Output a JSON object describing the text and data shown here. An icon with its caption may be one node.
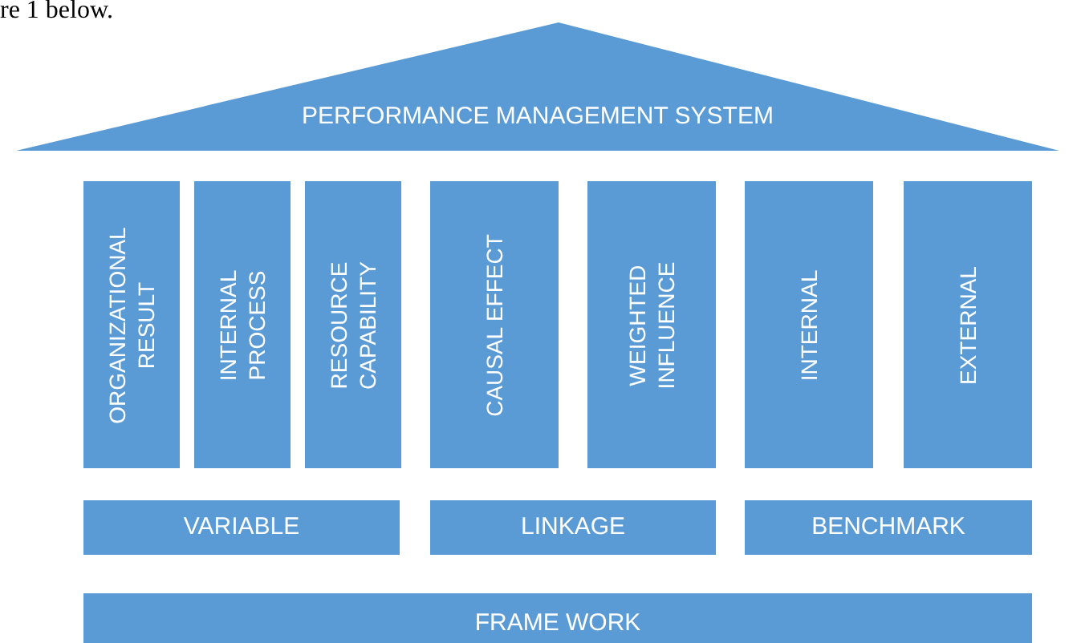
{
  "diagram": {
    "nodes": [
      {
        "text": [
          "PERFORMANCE MANAGEMENT SYSTEM"
        ]
      },
      {
        "text": [
          "ORGANIZATIONAL RESULT"
        ]
      },
      {
        "text": [
          "INTERNAL PROCESS"
        ]
      },
      {
        "text": [
          "RESOURCE CAPABILITY"
        ]
      },
      {
        "text": [
          "CAUSAL EFFECT"
        ]
      },
      {
        "text": [
          "WEIGHTED INFLUENCE"
        ]
      },
      {
        "text": [
          "INTERNAL"
        ]
      },
      {
        "text": [
          "EXTERNAL"
        ]
      },
      {
        "text": [
          "VARIABLE"
        ]
      },
      {
        "text": [
          "LINKAGE"
        ]
      },
      {
        "text": [
          "BENCHMARK"
        ]
      },
      {
        "text": [
          "FRAME WORK"
        ]
      }
    ],
    "labels": [
      "re 1 below."
    ]
  }
}
